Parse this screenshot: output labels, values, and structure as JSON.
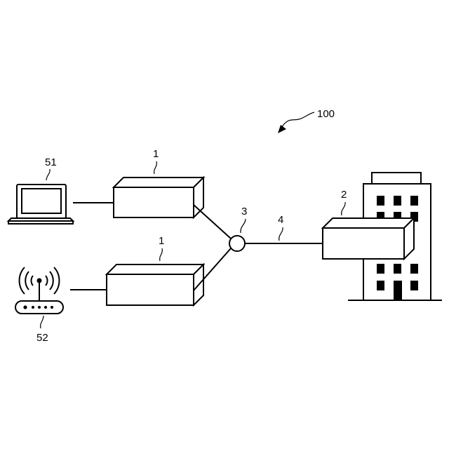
{
  "labels": {
    "system": "100",
    "laptop": "51",
    "router": "52",
    "onu_upper": "1",
    "onu_lower": "1",
    "splitter": "3",
    "fiber": "4",
    "olt": "2"
  },
  "colors": {
    "line": "#000000",
    "background": "#ffffff"
  },
  "icons": {
    "laptop": "laptop-icon",
    "router": "wireless-router-icon",
    "building": "office-building-icon"
  }
}
